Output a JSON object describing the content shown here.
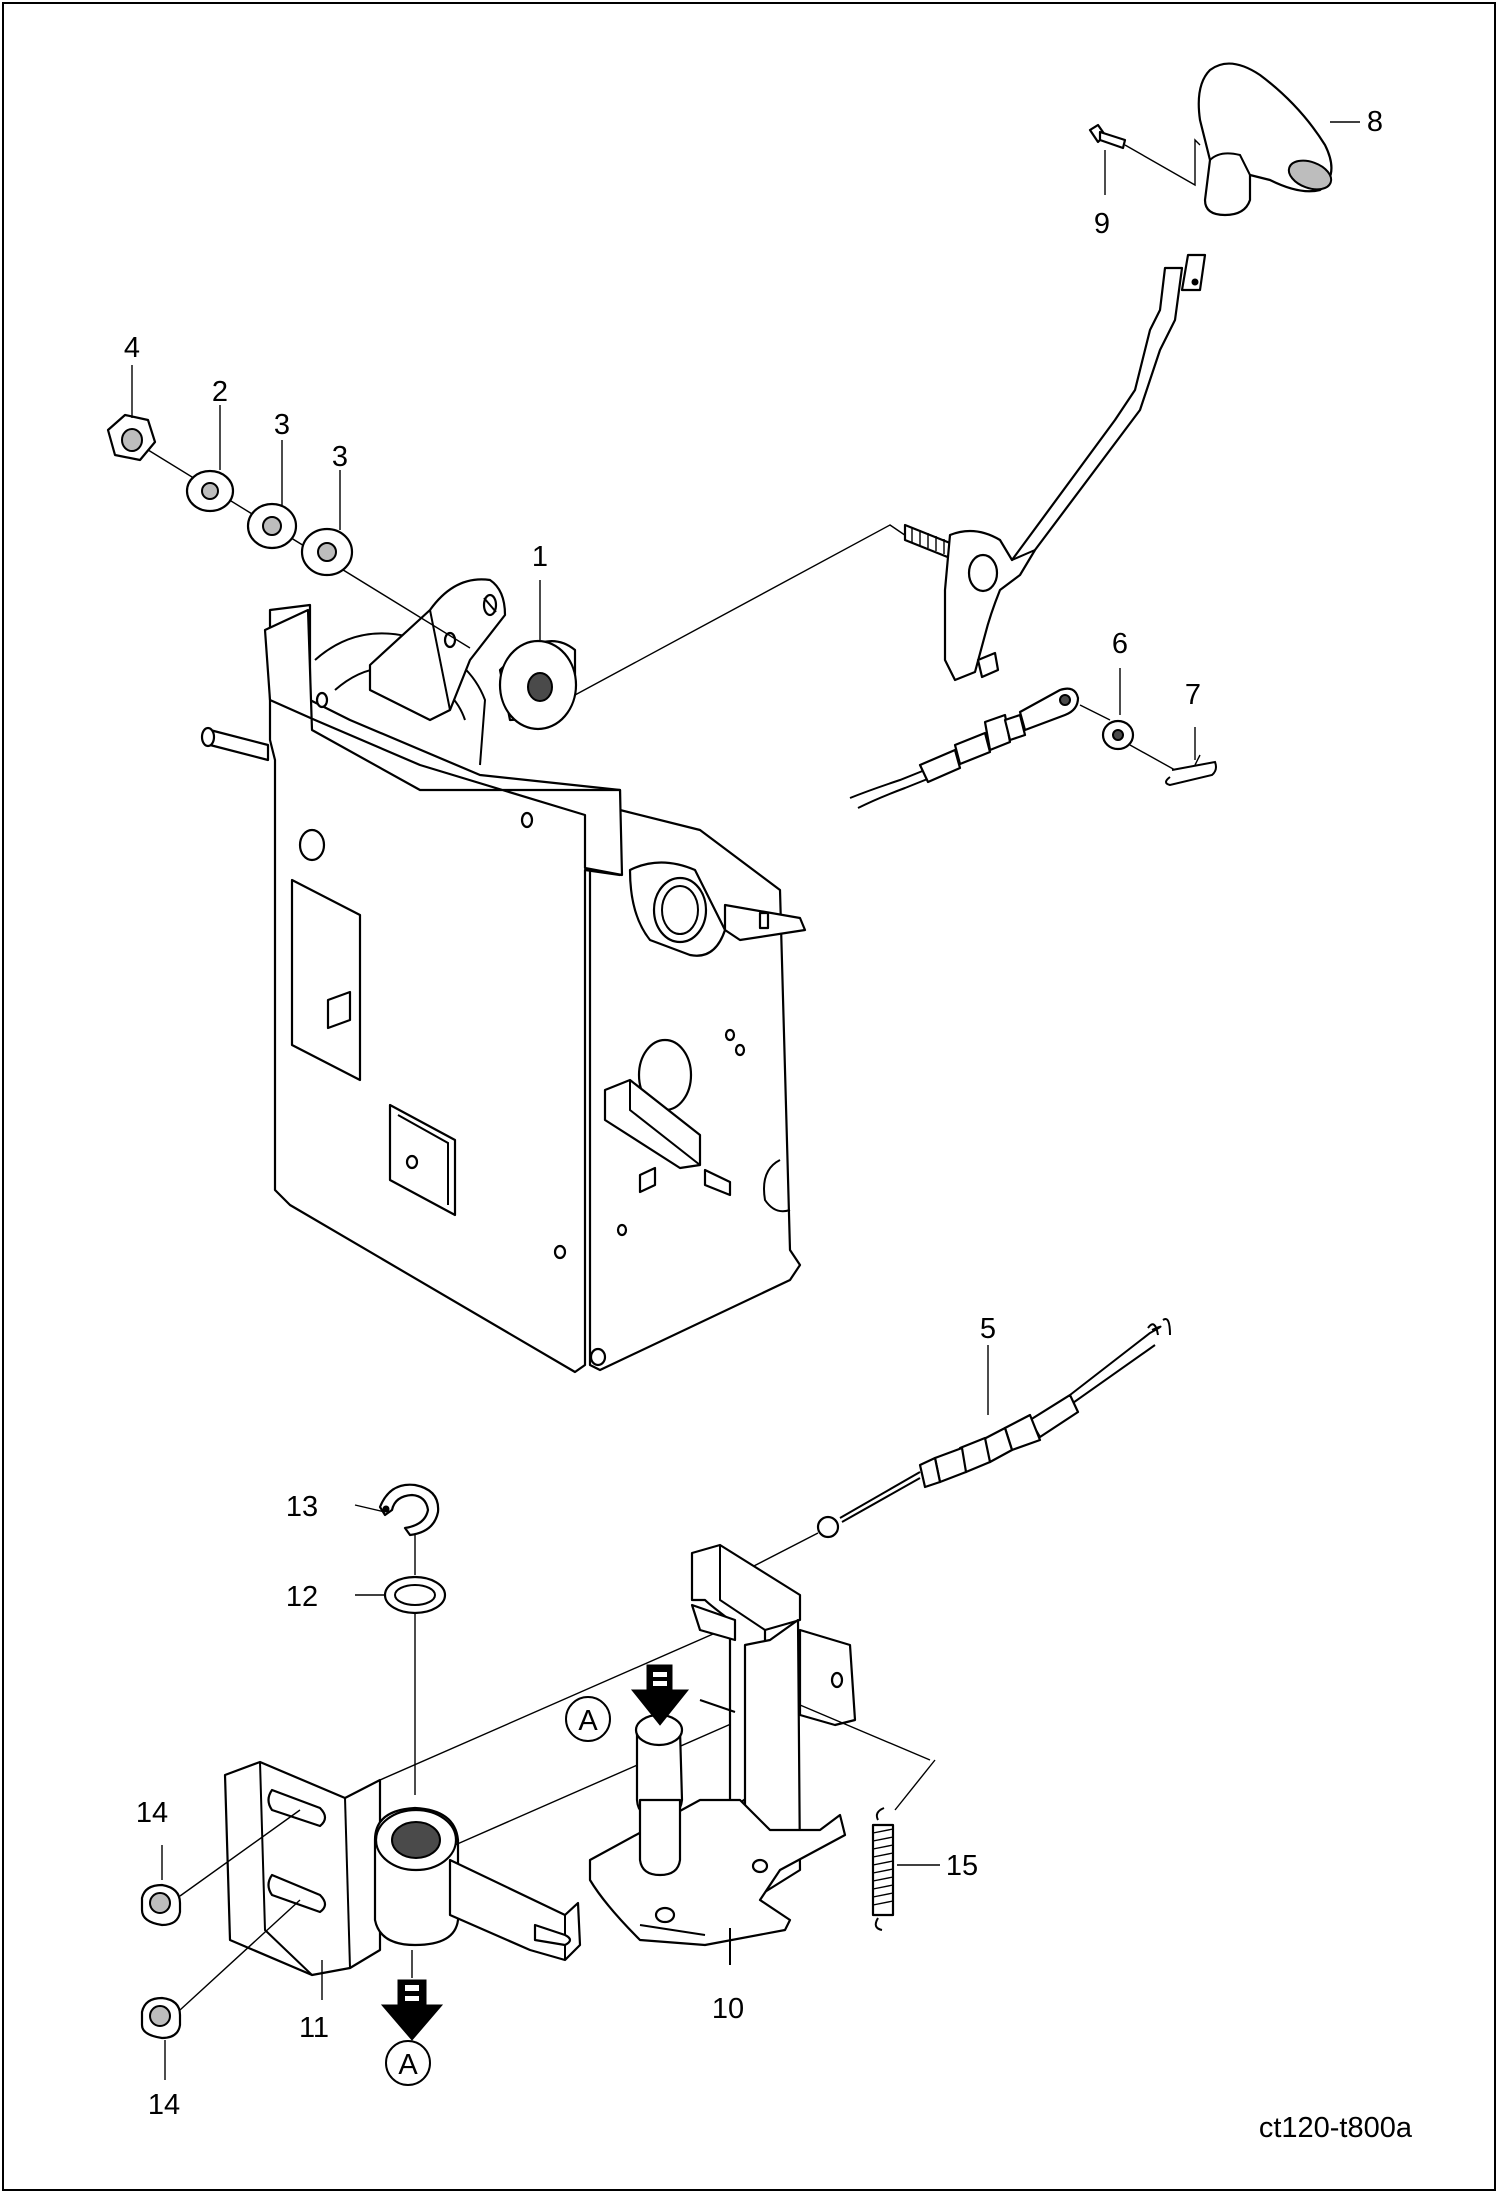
{
  "callouts": {
    "c1": "1",
    "c2": "2",
    "c3a": "3",
    "c3b": "3",
    "c4": "4",
    "c5": "5",
    "c6": "6",
    "c7": "7",
    "c8": "8",
    "c9": "9",
    "c10": "10",
    "c11": "11",
    "c12": "12",
    "c13": "13",
    "c14a": "14",
    "c14b": "14",
    "c15": "15"
  },
  "view_markers": {
    "a_top": "A",
    "a_bottom": "A"
  },
  "drawing_code": "ct120-t800a"
}
